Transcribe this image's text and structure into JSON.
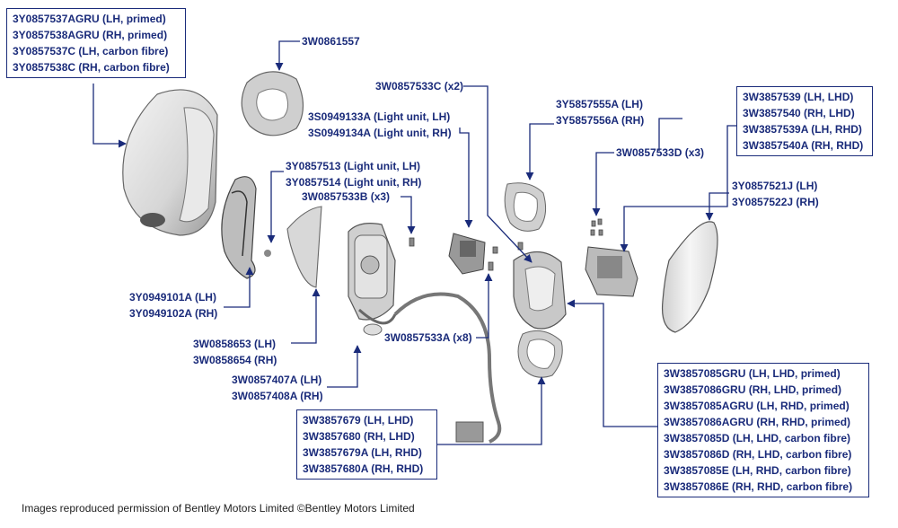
{
  "callouts": {
    "mirror_cover": [
      "3Y0857537AGRU (LH, primed)",
      "3Y0857538AGRU (RH, primed)",
      "3Y0857537C (LH, carbon fibre)",
      "3Y0857538C (RH, carbon fibre)"
    ],
    "ring_top": [
      "3W0861557"
    ],
    "light_unit_s": [
      "3S0949133A (Light unit, LH)",
      "3S0949134A (Light unit, RH)"
    ],
    "screw_x2": [
      "3W0857533C (x2)"
    ],
    "trim_ring": [
      "3Y5857555A (LH)",
      "3Y5857556A (RH)"
    ],
    "motor_boxed": [
      "3W3857539 (LH, LHD)",
      "3W3857540 (RH, LHD)",
      "3W3857539A (LH, RHD)",
      "3W3857540A (RH, RHD)"
    ],
    "screw_x3_right": [
      "3W0857533D (x3)"
    ],
    "glass": [
      "3Y0857521J (LH)",
      "3Y0857522J (RH)"
    ],
    "light_unit_y": [
      "3Y0857513 (Light unit, LH)",
      "3Y0857514 (Light unit, RH)"
    ],
    "screw_x3_mid": [
      "3W0857533B (x3)"
    ],
    "indicator": [
      "3Y0949101A (LH)",
      "3Y0949102A (RH)"
    ],
    "panel": [
      "3W0858653 (LH)",
      "3W0858654 (RH)"
    ],
    "screw_x8": [
      "3W0857533A (x8)"
    ],
    "base": [
      "3W0857407A (LH)",
      "3W0857408A (RH)"
    ],
    "harness_boxed": [
      "3W3857679 (LH, LHD)",
      "3W3857680 (RH, LHD)",
      "3W3857679A (LH, RHD)",
      "3W3857680A (RH, RHD)"
    ],
    "housing_boxed": [
      "3W3857085GRU (LH, LHD, primed)",
      "3W3857086GRU (RH, LHD, primed)",
      "3W3857085AGRU (LH, RHD, primed)",
      "3W3857086AGRU (RH, RHD, primed)",
      "3W3857085D (LH, LHD, carbon fibre)",
      "3W3857086D (RH, LHD, carbon fibre)",
      "3W3857085E (LH, RHD, carbon fibre)",
      "3W3857086E (RH, RHD, carbon fibre)"
    ]
  },
  "credit": "Images reproduced permission of Bentley Motors Limited ©Bentley Motors Limited",
  "colors": {
    "label": "#1a2b7a",
    "line": "#1a2b7a",
    "part_stroke": "#555555",
    "part_fill": "#dcdcdc"
  }
}
